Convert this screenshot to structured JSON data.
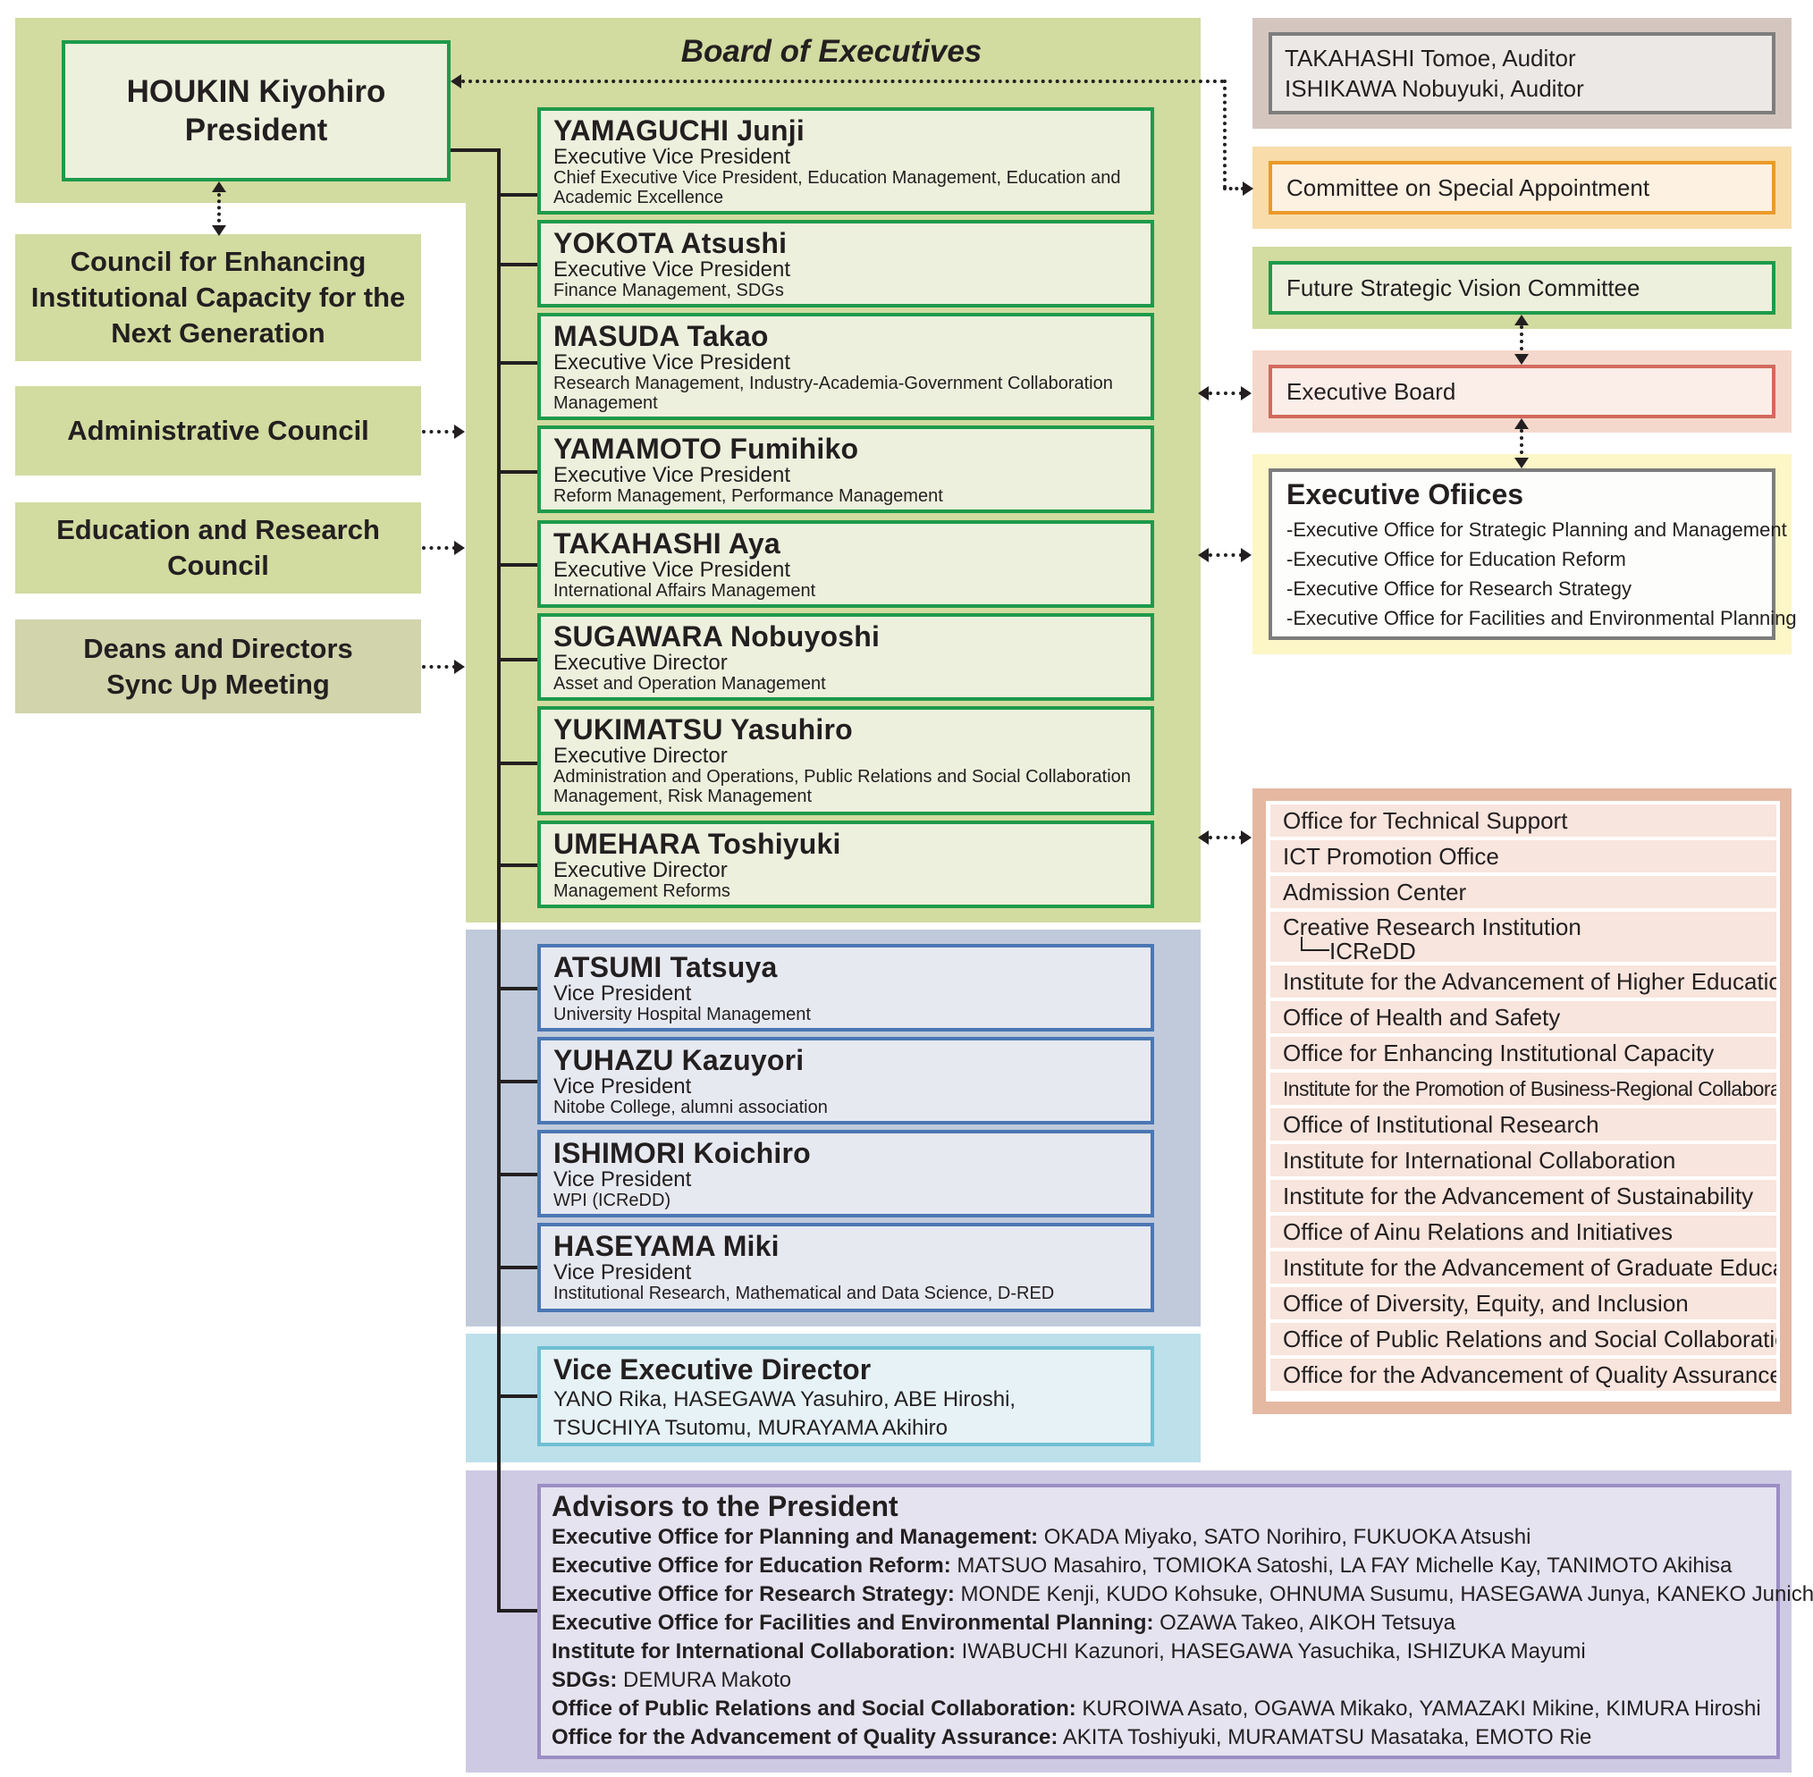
{
  "colors": {
    "board_bg": "#d2dba0",
    "exec_border": "#1e9a4b",
    "vp_border": "#4a77b4",
    "vice_exec_border": "#6fbfd4",
    "advisors_border": "#9b8ec4",
    "offices_bg": "#e5b8a2",
    "exec_offices_bg": "#fdf6c7"
  },
  "president": {
    "name": "HOUKIN Kiyohiro",
    "title": "President"
  },
  "board_title": "Board of Executives",
  "left_councils": [
    {
      "label": "Council for Enhancing\nInstitutional Capacity for the\nNext Generation"
    },
    {
      "label": "Administrative Council"
    },
    {
      "label": "Education and Research Council"
    },
    {
      "label": "Deans and Directors\nSync Up Meeting"
    }
  ],
  "executives": [
    {
      "name": "YAMAGUCHI Junji",
      "role": "Executive Vice President",
      "resp": "Chief Executive Vice President, Education Management, Education and Academic Excellence"
    },
    {
      "name": "YOKOTA Atsushi",
      "role": "Executive Vice President",
      "resp": "Finance Management, SDGs"
    },
    {
      "name": "MASUDA Takao",
      "role": "Executive Vice President",
      "resp": "Research Management, Industry-Academia-Government Collaboration Management"
    },
    {
      "name": "YAMAMOTO Fumihiko",
      "role": "Executive Vice President",
      "resp": "Reform Management, Performance Management"
    },
    {
      "name": "TAKAHASHI Aya",
      "role": "Executive Vice President",
      "resp": "International Affairs Management"
    },
    {
      "name": "SUGAWARA Nobuyoshi",
      "role": "Executive Director",
      "resp": "Asset and Operation Management"
    },
    {
      "name": "YUKIMATSU Yasuhiro",
      "role": "Executive Director",
      "resp": "Administration and Operations, Public Relations and Social Collaboration Management, Risk Management"
    },
    {
      "name": "UMEHARA Toshiyuki",
      "role": "Executive Director",
      "resp": "Management Reforms"
    }
  ],
  "vice_presidents": [
    {
      "name": "ATSUMI Tatsuya",
      "role": "Vice President",
      "resp": "University Hospital Management"
    },
    {
      "name": "YUHAZU Kazuyori",
      "role": "Vice President",
      "resp": "Nitobe College, alumni association"
    },
    {
      "name": "ISHIMORI Koichiro",
      "role": "Vice President",
      "resp": "WPI (ICReDD)"
    },
    {
      "name": "HASEYAMA Miki",
      "role": "Vice President",
      "resp": "Institutional Research, Mathematical and Data Science, D-RED"
    }
  ],
  "vice_exec": {
    "title": "Vice Executive Director",
    "line1": "YANO Rika, HASEGAWA Yasuhiro, ABE Hiroshi,",
    "line2": "TSUCHIYA Tsutomu, MURAYAMA Akihiro"
  },
  "advisors": {
    "title": "Advisors to the President",
    "rows": [
      {
        "org": "Executive Office for Planning and Management:",
        "names": " OKADA Miyako, SATO Norihiro, FUKUOKA Atsushi"
      },
      {
        "org": "Executive Office for Education Reform:",
        "names": " MATSUO Masahiro, TOMIOKA Satoshi, LA FAY Michelle Kay, TANIMOTO Akihisa"
      },
      {
        "org": "Executive Office for Research Strategy:",
        "names": " MONDE Kenji, KUDO Kohsuke, OHNUMA Susumu, HASEGAWA Junya, KANEKO Junichi H."
      },
      {
        "org": "Executive Office for Facilities and Environmental Planning:",
        "names": " OZAWA Takeo, AIKOH Tetsuya"
      },
      {
        "org": "Institute for International Collaboration:",
        "names": " IWABUCHI Kazunori, HASEGAWA Yasuchika, ISHIZUKA Mayumi"
      },
      {
        "org": "SDGs:",
        "names": " DEMURA Makoto"
      },
      {
        "org": "Office of Public Relations and Social Collaboration:",
        "names": " KUROIWA Asato, OGAWA Mikako, YAMAZAKI Mikine, KIMURA Hiroshi"
      },
      {
        "org": "Office for the Advancement of Quality Assurance:",
        "names": " AKITA Toshiyuki, MURAMATSU Masataka, EMOTO Rie"
      }
    ]
  },
  "auditors": {
    "line1": "TAKAHASHI Tomoe, Auditor",
    "line2": "ISHIKAWA Nobuyuki, Auditor"
  },
  "committee_special": "Committee on Special Appointment",
  "future_vision": "Future Strategic Vision Committee",
  "executive_board": "Executive Board",
  "executive_offices": {
    "title": "Executive Ofiices",
    "items": [
      "-Executive Office for Strategic Planning and Management",
      "-Executive Office for Education Reform",
      "-Executive Office for Research Strategy",
      "-Executive Office for Facilities and Environmental Planning"
    ]
  },
  "offices": [
    "Office for Technical Support",
    "ICT Promotion Office",
    "Admission Center",
    "Creative Research Institution",
    "Institute for the Advancement of Higher Education",
    "Office of Health and Safety",
    "Office for Enhancing Institutional Capacity",
    "Institute for the Promotion of Business-Regional Collaboration",
    "Office of Institutional Research",
    "Institute for International Collaboration",
    "Institute for the Advancement of Sustainability",
    "Office of Ainu Relations and Initiatives",
    "Institute for the Advancement of Graduate Education",
    "Office of Diversity, Equity, and Inclusion",
    "Office of Public Relations and Social Collaboration",
    "Office for the Advancement of Quality Assurance"
  ],
  "icredd_sub": "ICReDD"
}
